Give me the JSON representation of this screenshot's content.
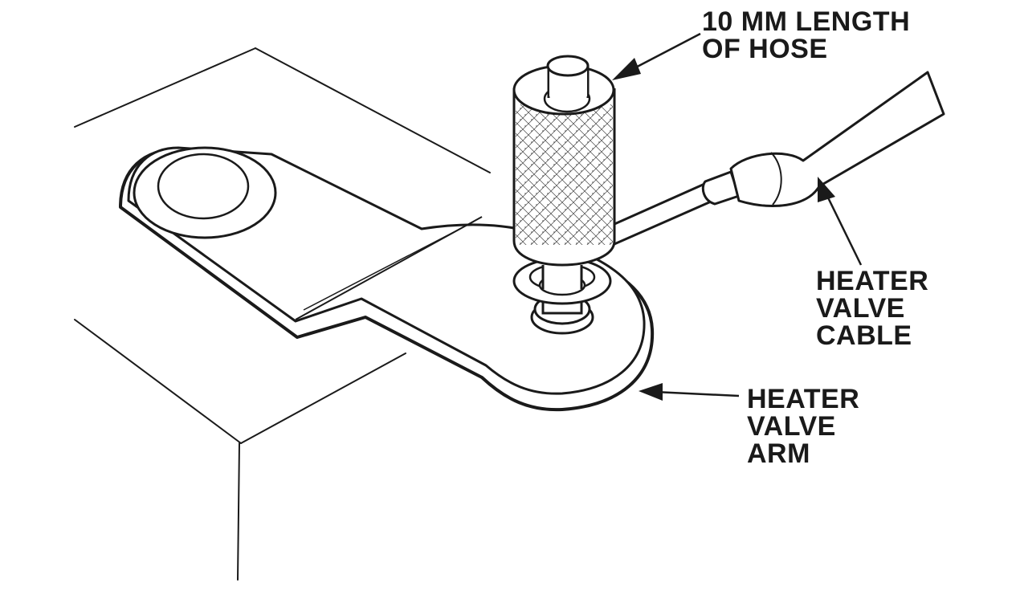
{
  "labels": {
    "hose": {
      "lines": [
        "10 MM LENGTH",
        "OF HOSE"
      ]
    },
    "cable": {
      "lines": [
        "HEATER",
        "VALVE",
        "CABLE"
      ]
    },
    "arm": {
      "lines": [
        "HEATER",
        "VALVE",
        "ARM"
      ]
    }
  },
  "colors": {
    "ink": "#1a1a1a",
    "background": "#ffffff"
  }
}
